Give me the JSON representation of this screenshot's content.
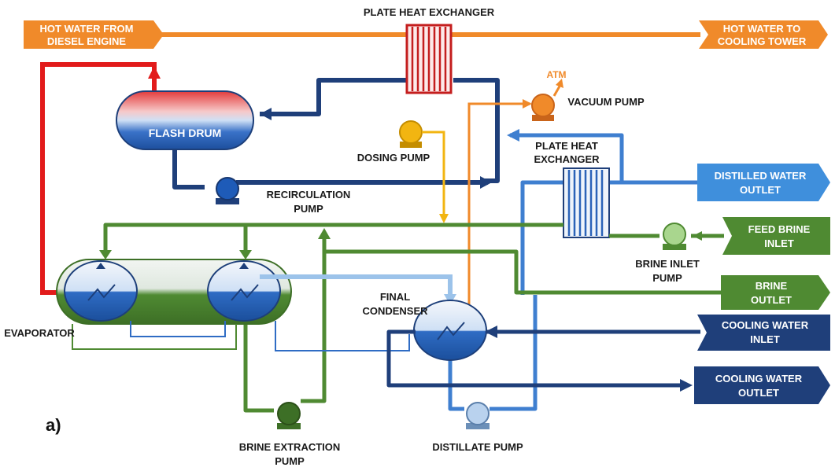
{
  "labels": {
    "plate_hx_top": "PLATE HEAT EXCHANGER",
    "hot_in_1": "HOT WATER FROM",
    "hot_in_2": "DIESEL ENGINE",
    "hot_out_1": "HOT WATER TO",
    "hot_out_2": "COOLING TOWER",
    "atm": "ATM",
    "vacuum_pump": "VACUUM PUMP",
    "flash_drum": "FLASH DRUM",
    "dosing_pump": "DOSING PUMP",
    "plate_hx2_1": "PLATE HEAT",
    "plate_hx2_2": "EXCHANGER",
    "recirc_1": "RECIRCULATION",
    "recirc_2": "PUMP",
    "distilled_1": "DISTILLED WATER",
    "distilled_2": "OUTLET",
    "feed_1": "FEED BRINE",
    "feed_2": "INLET",
    "brine_inlet_pump_1": "BRINE INLET",
    "brine_inlet_pump_2": "PUMP",
    "brine_out_1": "BRINE",
    "brine_out_2": "OUTLET",
    "final_cond_1": "FINAL",
    "final_cond_2": "CONDENSER",
    "evaporator": "EVAPORATOR",
    "cw_in_1": "COOLING WATER",
    "cw_in_2": "INLET",
    "cw_out_1": "COOLING WATER",
    "cw_out_2": "OUTLET",
    "panel": "a)",
    "brine_ext_1": "BRINE EXTRACTION",
    "brine_ext_2": "PUMP",
    "distillate_pump": "DISTILLATE PUMP"
  },
  "colors": {
    "hot_water": "#f08a2a",
    "red_line": "#e21b1b",
    "dark_blue": "#1f3f7a",
    "mid_blue": "#3f7fd0",
    "light_blue": "#9cc3ea",
    "green": "#4f8a32",
    "yellow": "#f2b511"
  }
}
